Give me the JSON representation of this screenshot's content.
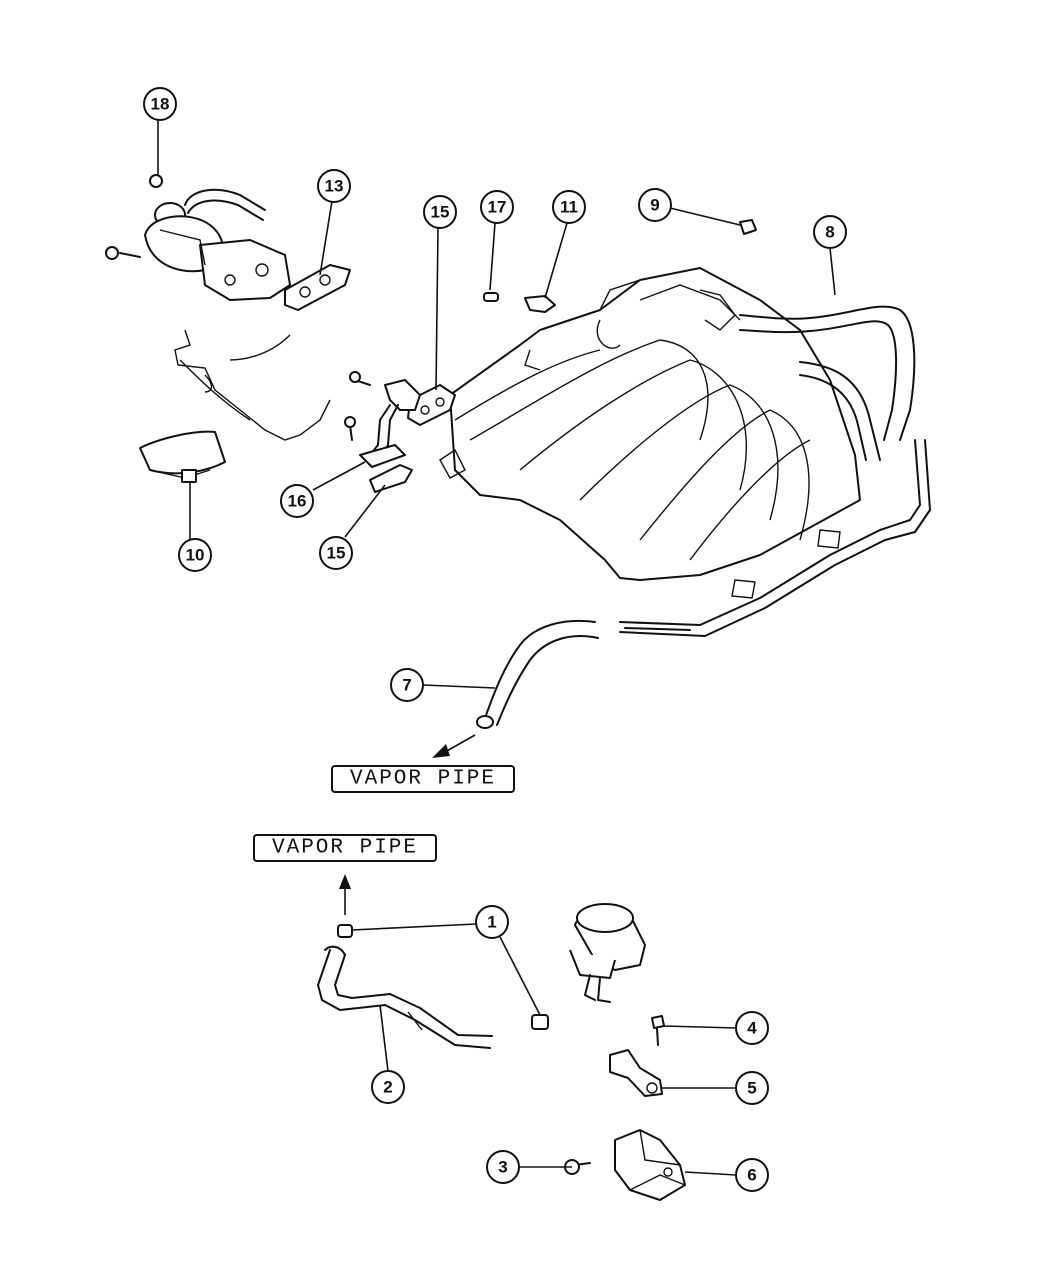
{
  "callouts": {
    "c1": "1",
    "c2": "2",
    "c3": "3",
    "c4": "4",
    "c5": "5",
    "c6": "6",
    "c7": "7",
    "c8": "8",
    "c9": "9",
    "c10": "10",
    "c11": "11",
    "c13": "13",
    "c15a": "15",
    "c15b": "15",
    "c16": "16",
    "c17": "17",
    "c18": "18"
  },
  "labels": {
    "vapor_pipe_upper": "VAPOR PIPE",
    "vapor_pipe_lower": "VAPOR PIPE"
  }
}
